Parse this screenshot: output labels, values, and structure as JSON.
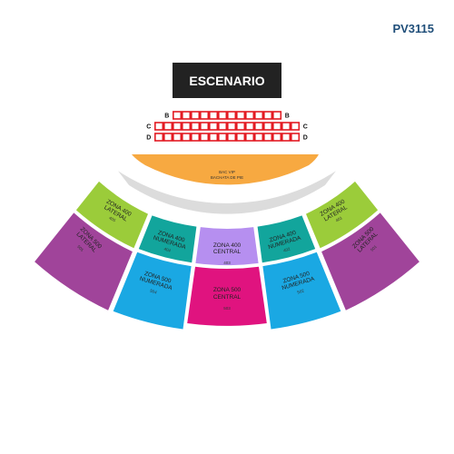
{
  "map_code": "PV3115",
  "stage_label": "ESCENARIO",
  "rows": [
    {
      "label": "B",
      "seats": 12
    },
    {
      "label": "C",
      "seats": 16
    },
    {
      "label": "D",
      "seats": 16
    }
  ],
  "colors": {
    "vip": "#f7a941",
    "walkway": "#dcdcdc",
    "lateral_400": "#9bcc3a",
    "lateral_500": "#a0449a",
    "numerada_400": "#12a59c",
    "numerada_500": "#1aa8e3",
    "central_400": "#b68ff0",
    "central_500": "#e0137f",
    "seat": "#e31b23",
    "stage": "#222222",
    "map_code": "#1f4e79"
  },
  "zones": {
    "vip": {
      "line1": "BAC VIP",
      "line2": "BACHATA DE PIE"
    },
    "lateral_400_left": {
      "line1": "ZONA 400",
      "line2": "LATERAL",
      "code": "405"
    },
    "lateral_400_right": {
      "line1": "ZONA 400",
      "line2": "LATERAL",
      "code": "401"
    },
    "lateral_500_left": {
      "line1": "ZONA 500",
      "line2": "LATERAL",
      "code": "505"
    },
    "lateral_500_right": {
      "line1": "ZONA 500",
      "line2": "LATERAL",
      "code": "501"
    },
    "numerada_400_left": {
      "line1": "ZONA 400",
      "line2": "NUMERADA",
      "code": "404"
    },
    "numerada_400_right": {
      "line1": "ZONA 400",
      "line2": "NUMERADA",
      "code": "402"
    },
    "numerada_500_left": {
      "line1": "ZONA 500",
      "line2": "NUMERADA",
      "code": "504"
    },
    "numerada_500_right": {
      "line1": "ZONA 500",
      "line2": "NUMERADA",
      "code": "502"
    },
    "central_400": {
      "line1": "ZONA 400",
      "line2": "CENTRAL",
      "code": "403"
    },
    "central_500": {
      "line1": "ZONA 500",
      "line2": "CENTRAL",
      "code": "503"
    }
  }
}
